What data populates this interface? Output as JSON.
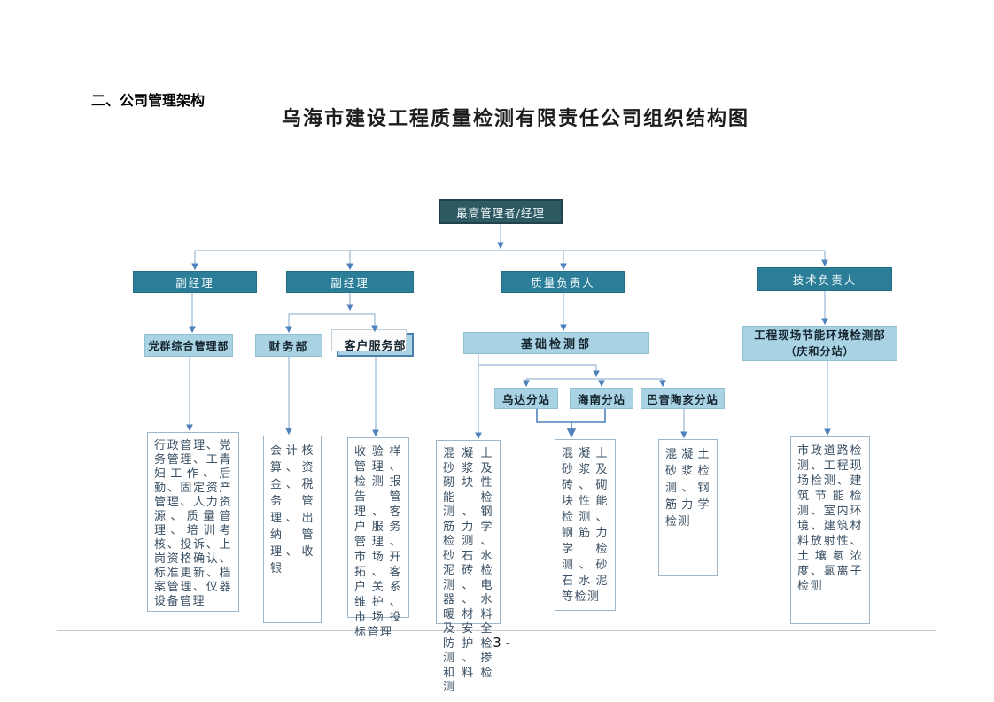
{
  "document": {
    "section_heading": "二、公司管理架构",
    "title": "乌海市建设工程质量检测有限责任公司组织结构图",
    "page_number": "- 3 -"
  },
  "org_chart": {
    "root": {
      "label": "最高管理者/经理"
    },
    "level2": [
      {
        "label": "副经理"
      },
      {
        "label": "副经理"
      },
      {
        "label": "质量负责人"
      },
      {
        "label": "技术负责人"
      }
    ],
    "departments": [
      {
        "label": "党群综合管理部"
      },
      {
        "label": "财务部"
      },
      {
        "label": "客户服务部"
      },
      {
        "label": "基础检测部"
      },
      {
        "label_line1": "工程现场节能环境检测部",
        "label_line2": "（庆和分站）"
      }
    ],
    "branches": [
      {
        "label": "乌达分站"
      },
      {
        "label": "海南分站"
      },
      {
        "label": "巴音陶亥分站"
      }
    ],
    "duties": [
      "行政管理、党务管理、工青妇工作、后勤、固定资产管理、人力资源、质量管理、培训考核、投诉、上岗资格确认、标准更新、档案管理、仪器设备管理",
      "会计核算、资金、税务管理、出纳管理、收银",
      "收验样管理、检测报告管理、客户服务管理、市场开拓、客户关系维护、市场投标管理",
      "混凝土砂浆及砌块性能检测、钢筋力学检测、砂石水泥砖检测、电器、水暖材料及安全防护检测、掺和料检测",
      "混凝土砂浆及砖、砌块性能检测、钢筋力学检测、砂石水泥等检测",
      "混凝土砂浆检测、钢筋力学检测",
      "市政道路检测、工程现场检测、建筑节能检测、室内环境、建筑材料放射性、土壤氡浓度、氯离子检测"
    ],
    "colors": {
      "root_fill": "#2e5a64",
      "level2_fill": "#2c7e98",
      "department_fill": "#a9d3e3",
      "connector_line": "#9ab7d3",
      "arrowhead": "#4f81bd"
    }
  }
}
